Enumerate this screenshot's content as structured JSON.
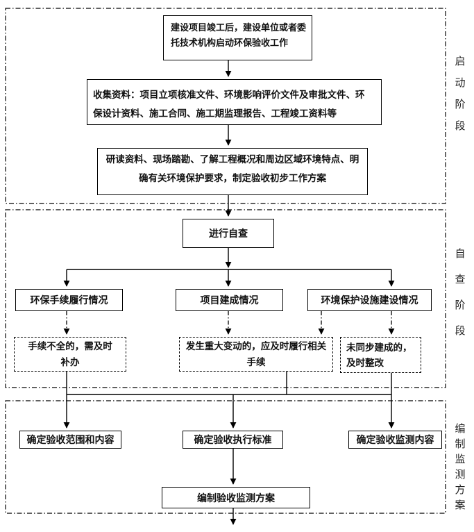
{
  "stages": {
    "stage1": {
      "label": "启动阶段"
    },
    "stage2": {
      "label": "自查阶段"
    },
    "stage3": {
      "label": "编制监测方案"
    }
  },
  "boxes": {
    "start": {
      "line1": "建设项目竣工后，建设单位或者委",
      "line2": "托技术机构启动环保验收工作"
    },
    "collect": {
      "line1": "收集资料：项目立项核准文件、环境影响评价文件及审批文件、环",
      "line2": "保设计资料、施工合同、施工期监理报告、工程竣工资料等"
    },
    "study": {
      "line1": "研读资料、现场踏勘、了解工程概况和周边区域环境特点、明",
      "line2": "确有关环境保护要求，制定验收初步工作方案"
    },
    "self_check": {
      "label": "进行自查"
    },
    "procedures": {
      "label": "环保手续履行情况"
    },
    "completion": {
      "label": "项目建成情况"
    },
    "facilities": {
      "label": "环境保护设施建设情况"
    },
    "remedy": {
      "line1": "手续不全的，需及时",
      "line2": "补办"
    },
    "major_change": {
      "line1": "发生重大变动的，应及时履行相关",
      "line2": "手续"
    },
    "rectify": {
      "line1": "未同步建成的，",
      "line2": "及时整改"
    },
    "scope": {
      "label": "确定验收范围和内容"
    },
    "standards": {
      "label": "确定验收执行标准"
    },
    "monitoring": {
      "label": "确定验收监测内容"
    },
    "plan": {
      "label": "编制验收监测方案"
    }
  },
  "colors": {
    "line": "#000000",
    "box_background": "#ffffff",
    "text": "#111111"
  }
}
